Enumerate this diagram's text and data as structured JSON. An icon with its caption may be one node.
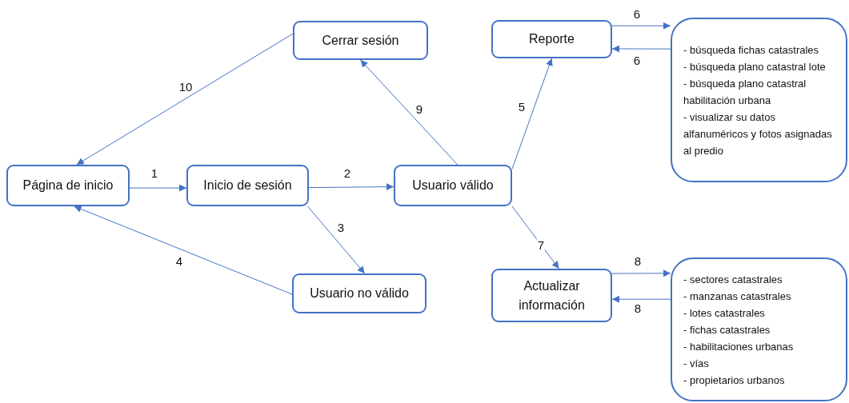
{
  "diagram": {
    "nodes": [
      {
        "text": [
          "Página de inicio"
        ]
      },
      {
        "text": [
          "Inicio de sesión"
        ]
      },
      {
        "text": [
          "Usuario válido"
        ]
      },
      {
        "text": [
          "Cerrar sesión"
        ]
      },
      {
        "text": [
          "Usuario no válido"
        ]
      },
      {
        "text": [
          "Reporte"
        ]
      },
      {
        "text": [
          "- búsqueda fichas catastrales",
          "- búsqueda plano catastral lote",
          "- búsqueda plano catastral habilitación urbana",
          "- visualizar su datos alfanuméricos y fotos asignadas al predio"
        ]
      },
      {
        "text": [
          "Actualizar información"
        ]
      },
      {
        "text": [
          "- sectores catastrales",
          "- manzanas catastrales",
          "- lotes catastrales",
          "- fichas catastrales",
          "- habilitaciones urbanas",
          "- vías",
          "- propietarios urbanos"
        ]
      }
    ],
    "edges": [
      {
        "from": 0,
        "to": 1,
        "arrow": "to",
        "label": "1"
      },
      {
        "from": 1,
        "to": 2,
        "arrow": "to",
        "label": "2"
      },
      {
        "from": 1,
        "to": 4,
        "arrow": "to",
        "label": "3"
      },
      {
        "from": 4,
        "to": 0,
        "arrow": "to",
        "label": "4"
      },
      {
        "from": 2,
        "to": 5,
        "arrow": "to",
        "label": "5"
      },
      {
        "from": 5,
        "to": 6,
        "arrow": "to",
        "label": "6"
      },
      {
        "from": 6,
        "to": 5,
        "arrow": "to",
        "label": "6"
      },
      {
        "from": 2,
        "to": 7,
        "arrow": "to",
        "label": "7"
      },
      {
        "from": 7,
        "to": 8,
        "arrow": "to",
        "label": "8"
      },
      {
        "from": 8,
        "to": 7,
        "arrow": "to",
        "label": "8"
      },
      {
        "from": 2,
        "to": 3,
        "arrow": "to",
        "label": "9"
      },
      {
        "from": 3,
        "to": 0,
        "arrow": "to",
        "label": "10"
      }
    ]
  }
}
